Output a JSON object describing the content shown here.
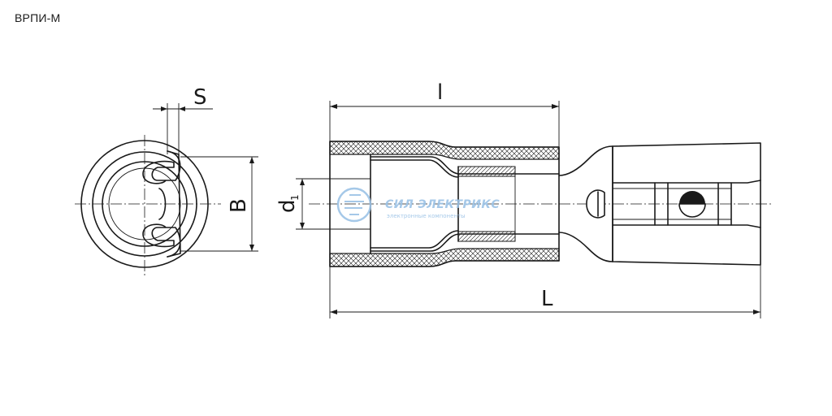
{
  "title": "ВРПИ-М",
  "dimensions": {
    "S": "S",
    "B": "B",
    "d": "d",
    "d_sub": "1",
    "l": "l",
    "L": "L"
  },
  "watermark": {
    "name": "СИЛ ЭЛЕКТРИКС",
    "tagline": "электронные компоненты"
  },
  "colors": {
    "line": "#1a1a1a",
    "watermark": "#9cc3e6"
  }
}
